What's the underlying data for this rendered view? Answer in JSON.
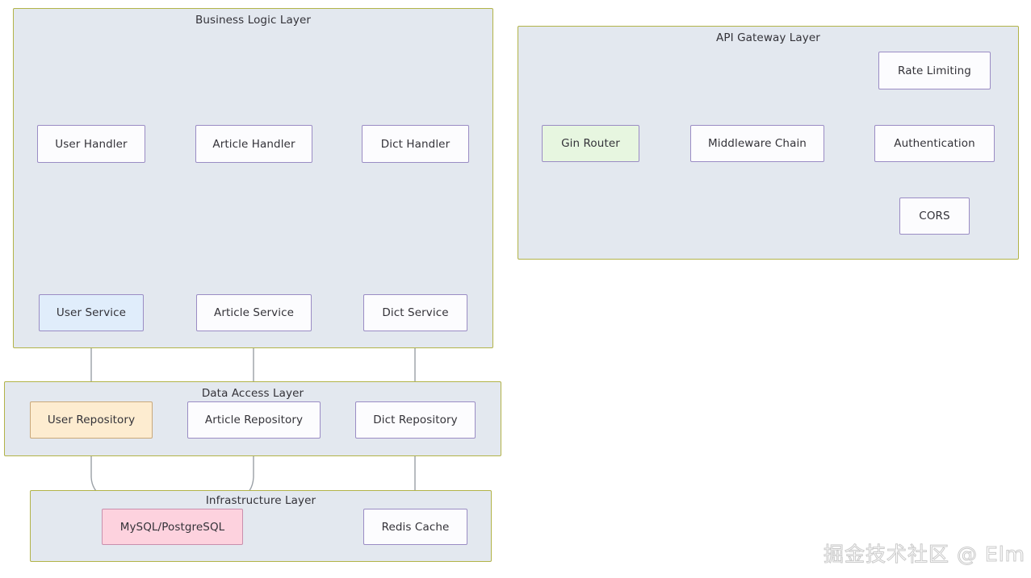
{
  "page": {
    "background": "#ffffff",
    "watermark": "掘金技术社区 @ Elm"
  },
  "palette": {
    "layer_fill": "#e3e8ef",
    "layer_border": "#b2b348",
    "node_fill": "#fcfcfe",
    "node_border": "#9a8cc4",
    "node_fill_blue": "#e0edfb",
    "node_fill_green": "#e7f6e0",
    "node_fill_orange": "#fdecd0",
    "node_fill_pink": "#fdd2de",
    "edge_color": "#9aa0a6",
    "text_color": "#333238"
  },
  "layers": [
    {
      "id": "business-logic-layer",
      "title": "Business Logic Layer",
      "nodes": [
        {
          "id": "user-handler",
          "label": "User Handler",
          "fill": "node_fill"
        },
        {
          "id": "article-handler",
          "label": "Article Handler",
          "fill": "node_fill"
        },
        {
          "id": "dict-handler",
          "label": "Dict Handler",
          "fill": "node_fill"
        },
        {
          "id": "user-service",
          "label": "User Service",
          "fill": "node_fill_blue"
        },
        {
          "id": "article-service",
          "label": "Article Service",
          "fill": "node_fill"
        },
        {
          "id": "dict-service",
          "label": "Dict Service",
          "fill": "node_fill"
        }
      ]
    },
    {
      "id": "api-gateway-layer",
      "title": "API Gateway Layer",
      "nodes": [
        {
          "id": "gin-router",
          "label": "Gin Router",
          "fill": "node_fill_green"
        },
        {
          "id": "middleware-chain",
          "label": "Middleware Chain",
          "fill": "node_fill"
        },
        {
          "id": "rate-limiting",
          "label": "Rate Limiting",
          "fill": "node_fill"
        },
        {
          "id": "authentication",
          "label": "Authentication",
          "fill": "node_fill"
        },
        {
          "id": "cors",
          "label": "CORS",
          "fill": "node_fill"
        }
      ]
    },
    {
      "id": "data-access-layer",
      "title": "Data Access Layer",
      "nodes": [
        {
          "id": "user-repository",
          "label": "User Repository",
          "fill": "node_fill_orange"
        },
        {
          "id": "article-repository",
          "label": "Article Repository",
          "fill": "node_fill"
        },
        {
          "id": "dict-repository",
          "label": "Dict Repository",
          "fill": "node_fill"
        }
      ]
    },
    {
      "id": "infrastructure-layer",
      "title": "Infrastructure Layer",
      "nodes": [
        {
          "id": "mysql-postgresql",
          "label": "MySQL/PostgreSQL",
          "fill": "node_fill_pink"
        },
        {
          "id": "redis-cache",
          "label": "Redis Cache",
          "fill": "node_fill"
        }
      ]
    }
  ],
  "edges": [
    {
      "from": "user-handler",
      "to": "user-service"
    },
    {
      "from": "article-handler",
      "to": "article-service"
    },
    {
      "from": "dict-handler",
      "to": "dict-service"
    },
    {
      "from": "user-service",
      "to": "user-repository"
    },
    {
      "from": "article-service",
      "to": "article-repository"
    },
    {
      "from": "dict-service",
      "to": "dict-repository"
    },
    {
      "from": "user-repository",
      "to": "mysql-postgresql"
    },
    {
      "from": "article-repository",
      "to": "mysql-postgresql"
    },
    {
      "from": "dict-repository",
      "to": "redis-cache"
    },
    {
      "from": "gin-router",
      "to": "middleware-chain"
    },
    {
      "from": "middleware-chain",
      "to": "rate-limiting"
    },
    {
      "from": "middleware-chain",
      "to": "authentication"
    },
    {
      "from": "middleware-chain",
      "to": "cors"
    }
  ]
}
